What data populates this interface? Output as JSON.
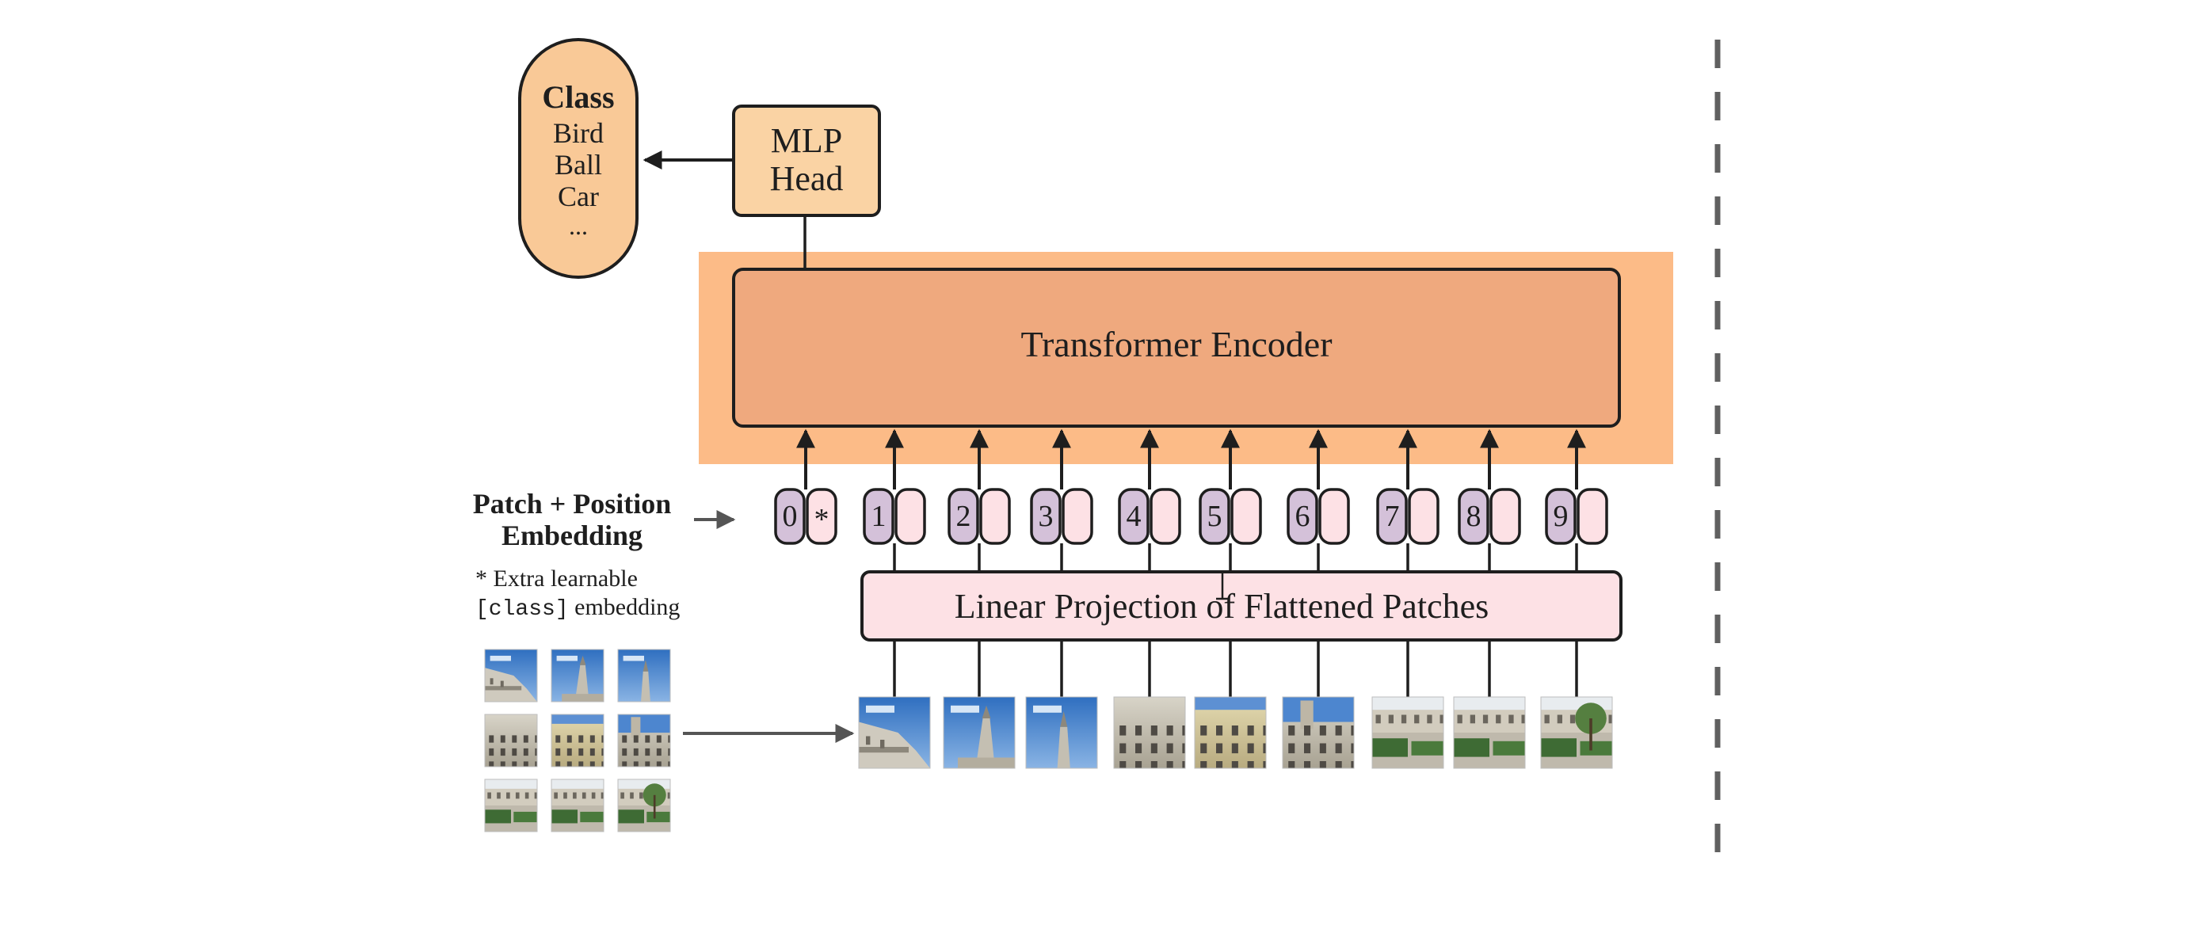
{
  "diagram": {
    "class_box": {
      "title": "Class",
      "items": [
        "Bird",
        "Ball",
        "Car",
        "..."
      ]
    },
    "mlp_head": {
      "line1": "MLP",
      "line2": "Head"
    },
    "transformer_encoder": {
      "label": "Transformer Encoder"
    },
    "patch_position_embedding": {
      "line1": "Patch + Position",
      "line2": "Embedding"
    },
    "extra_learnable_note": {
      "line1": "* Extra learnable",
      "line2_code": "[class]",
      "line2_text": " embedding"
    },
    "linear_projection": {
      "label": "Linear Projection of Flattened Patches"
    },
    "tokens": [
      {
        "position": "0",
        "embedding": "*"
      },
      {
        "position": "1",
        "embedding": ""
      },
      {
        "position": "2",
        "embedding": ""
      },
      {
        "position": "3",
        "embedding": ""
      },
      {
        "position": "4",
        "embedding": ""
      },
      {
        "position": "5",
        "embedding": ""
      },
      {
        "position": "6",
        "embedding": ""
      },
      {
        "position": "7",
        "embedding": ""
      },
      {
        "position": "8",
        "embedding": ""
      },
      {
        "position": "9",
        "embedding": ""
      }
    ],
    "patches": [
      {
        "kind": "blue-sky-palace-left"
      },
      {
        "kind": "blue-sky-tower"
      },
      {
        "kind": "blue-sky-spire"
      },
      {
        "kind": "facade-windows"
      },
      {
        "kind": "facade-yellow"
      },
      {
        "kind": "facade-tower"
      },
      {
        "kind": "garden-left"
      },
      {
        "kind": "garden-middle"
      },
      {
        "kind": "garden-right"
      }
    ],
    "colors": {
      "encoder_highlight": "#fcbb87",
      "encoder_box": "#efa97e",
      "mlp_fill": "#fad3a4",
      "class_fill": "#f9c997",
      "projection_fill": "#fde1e5",
      "position_fill": "#d4c1d9",
      "embedding_fill": "#fde1e5",
      "stroke": "#1e1e1e",
      "arrow_gray": "#555555",
      "divider": "#606060"
    }
  }
}
